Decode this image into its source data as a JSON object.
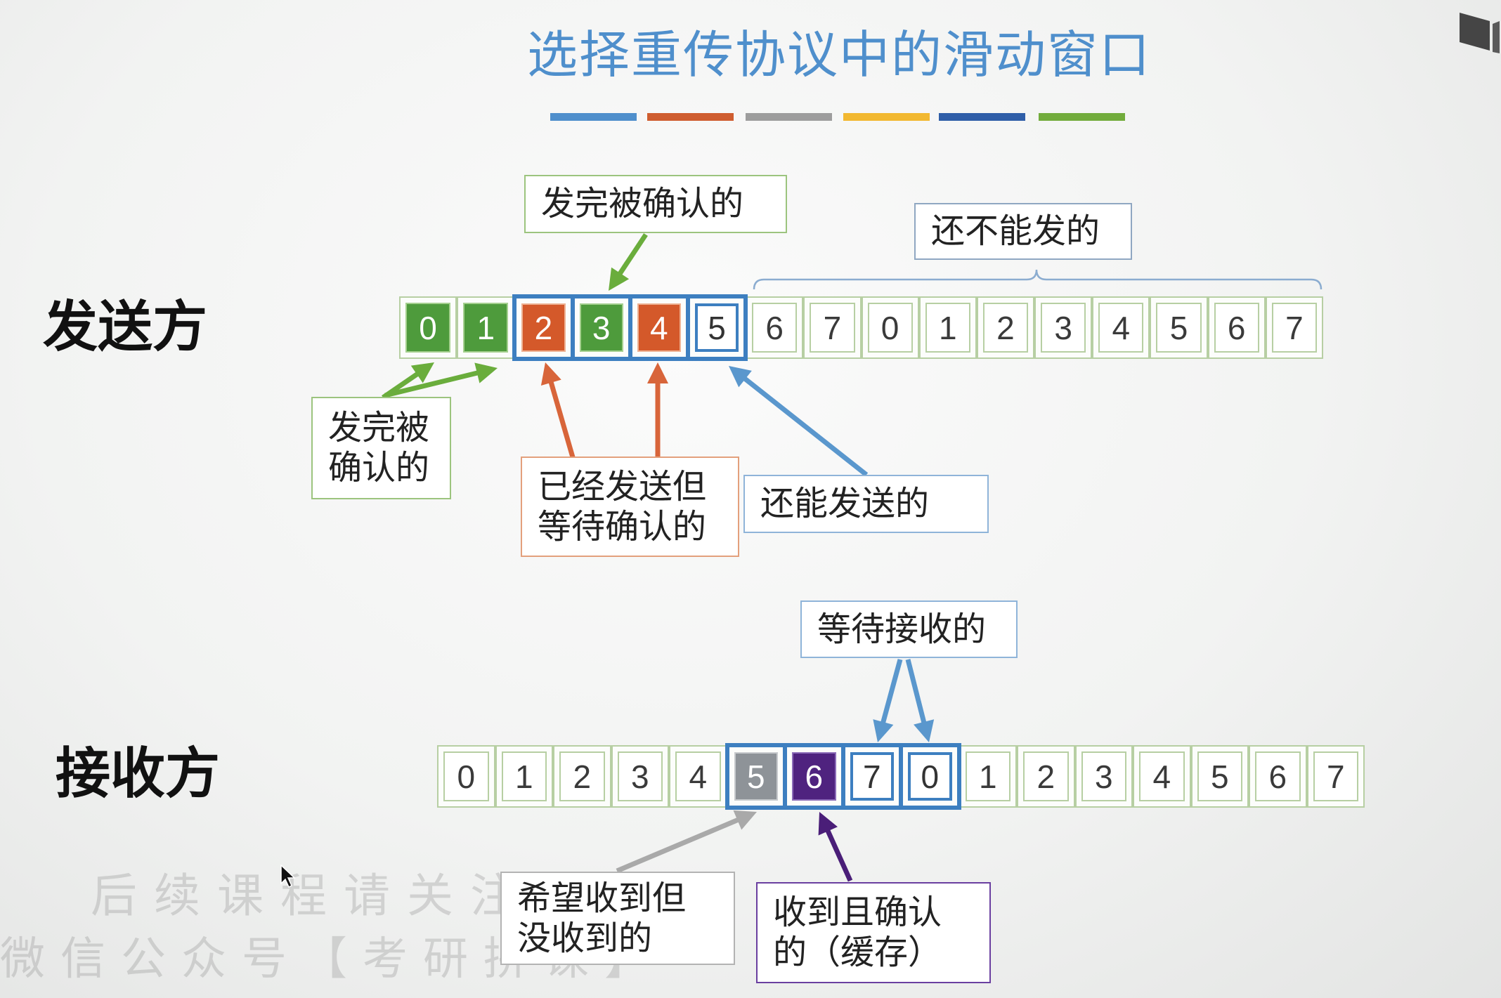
{
  "title": "选择重传协议中的滑动窗口",
  "colors": {
    "title": "#4f8fcc",
    "acked": "#4e9b3c",
    "sent_unacked": "#d4592a",
    "window": "#3d7fc0",
    "missing": "#8e9398",
    "buffered": "#4f237f",
    "cell_border": "#b7cfa3",
    "arrow_green": "#6aad3c",
    "arrow_orange": "#d8653a",
    "arrow_blue": "#5a97cd",
    "arrow_gray": "#a9a9a9",
    "arrow_purple": "#4a1e78"
  },
  "color_bars": [
    "#4f8fcc",
    "#cf5d30",
    "#9d9d9d",
    "#f2b830",
    "#2f5ea8",
    "#72ac3c"
  ],
  "sender": {
    "label": "发送方",
    "cells": [
      "0",
      "1",
      "2",
      "3",
      "4",
      "5",
      "6",
      "7",
      "0",
      "1",
      "2",
      "3",
      "4",
      "5",
      "6",
      "7"
    ],
    "callouts": {
      "acked_top": "发完被确认的",
      "not_yet_sendable": "还不能发的",
      "acked_left": [
        "发完被",
        "确认的"
      ],
      "sent_waiting_ack": [
        "已经发送但",
        "等待确认的"
      ],
      "can_still_send": "还能发送的"
    }
  },
  "receiver": {
    "label": "接收方",
    "cells": [
      "0",
      "1",
      "2",
      "3",
      "4",
      "5",
      "6",
      "7",
      "0",
      "1",
      "2",
      "3",
      "4",
      "5",
      "6",
      "7"
    ],
    "callouts": {
      "waiting_to_receive": "等待接收的",
      "expected_not_received": [
        "希望收到但",
        "没收到的"
      ],
      "received_buffered": [
        "收到且确认",
        "的（缓存）"
      ]
    }
  },
  "watermark": [
    "后续课程请关注",
    "微信公众号【考研拼课】"
  ]
}
